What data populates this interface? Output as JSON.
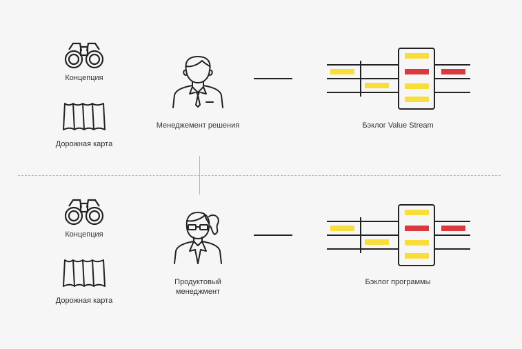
{
  "top": {
    "concept_label": "Концепция",
    "roadmap_label": "Дорожная карта",
    "role_label": "Менеджемент решения",
    "backlog_label": "Бэклог Value Stream"
  },
  "bottom": {
    "concept_label": "Концепция",
    "roadmap_label": "Дорожная карта",
    "role_label": "Продуктовый\nменеджмент",
    "backlog_label": "Бэклог программы"
  },
  "colors": {
    "background": "#f6f6f6",
    "stroke": "#222222",
    "yellow_card": "#f9dd3a",
    "red_card": "#d9393f",
    "divider": "#b5b5b5"
  }
}
